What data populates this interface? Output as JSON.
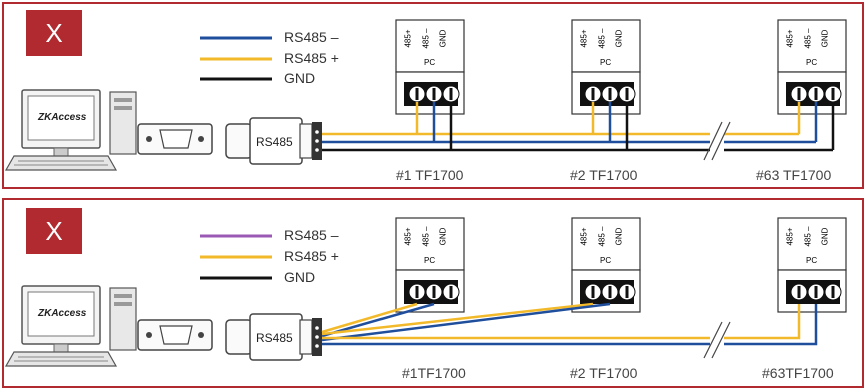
{
  "panels": [
    {
      "badge": "X",
      "legend": [
        {
          "label": "RS485 –",
          "color": "#1f4e9c"
        },
        {
          "label": "RS485 +",
          "color": "#f2b92a"
        },
        {
          "label": "GND",
          "color": "#111111"
        }
      ],
      "converter_label": "RS485",
      "logo_text": "ZKAccess",
      "terminal_pins": [
        "485+",
        "485 –",
        "GND"
      ],
      "terminal_label": "PC",
      "devices": [
        "#1 TF1700",
        "#2 TF1700",
        "#63 TF1700"
      ],
      "wiring": "daisy-chain"
    },
    {
      "badge": "X",
      "legend": [
        {
          "label": "RS485 –",
          "color": "#9b59b6"
        },
        {
          "label": "RS485 +",
          "color": "#f2b92a"
        },
        {
          "label": "GND",
          "color": "#111111"
        }
      ],
      "converter_label": "RS485",
      "logo_text": "ZKAccess",
      "terminal_pins": [
        "485+",
        "485 –",
        "GND"
      ],
      "terminal_label": "PC",
      "devices": [
        "#1TF1700",
        "#2 TF1700",
        "#63TF1700"
      ],
      "wiring": "star"
    }
  ],
  "colors": {
    "frame": "#b12a2f",
    "blue": "#1f4e9c",
    "yellow": "#f2b92a",
    "black": "#111111",
    "purple": "#9b59b6"
  }
}
